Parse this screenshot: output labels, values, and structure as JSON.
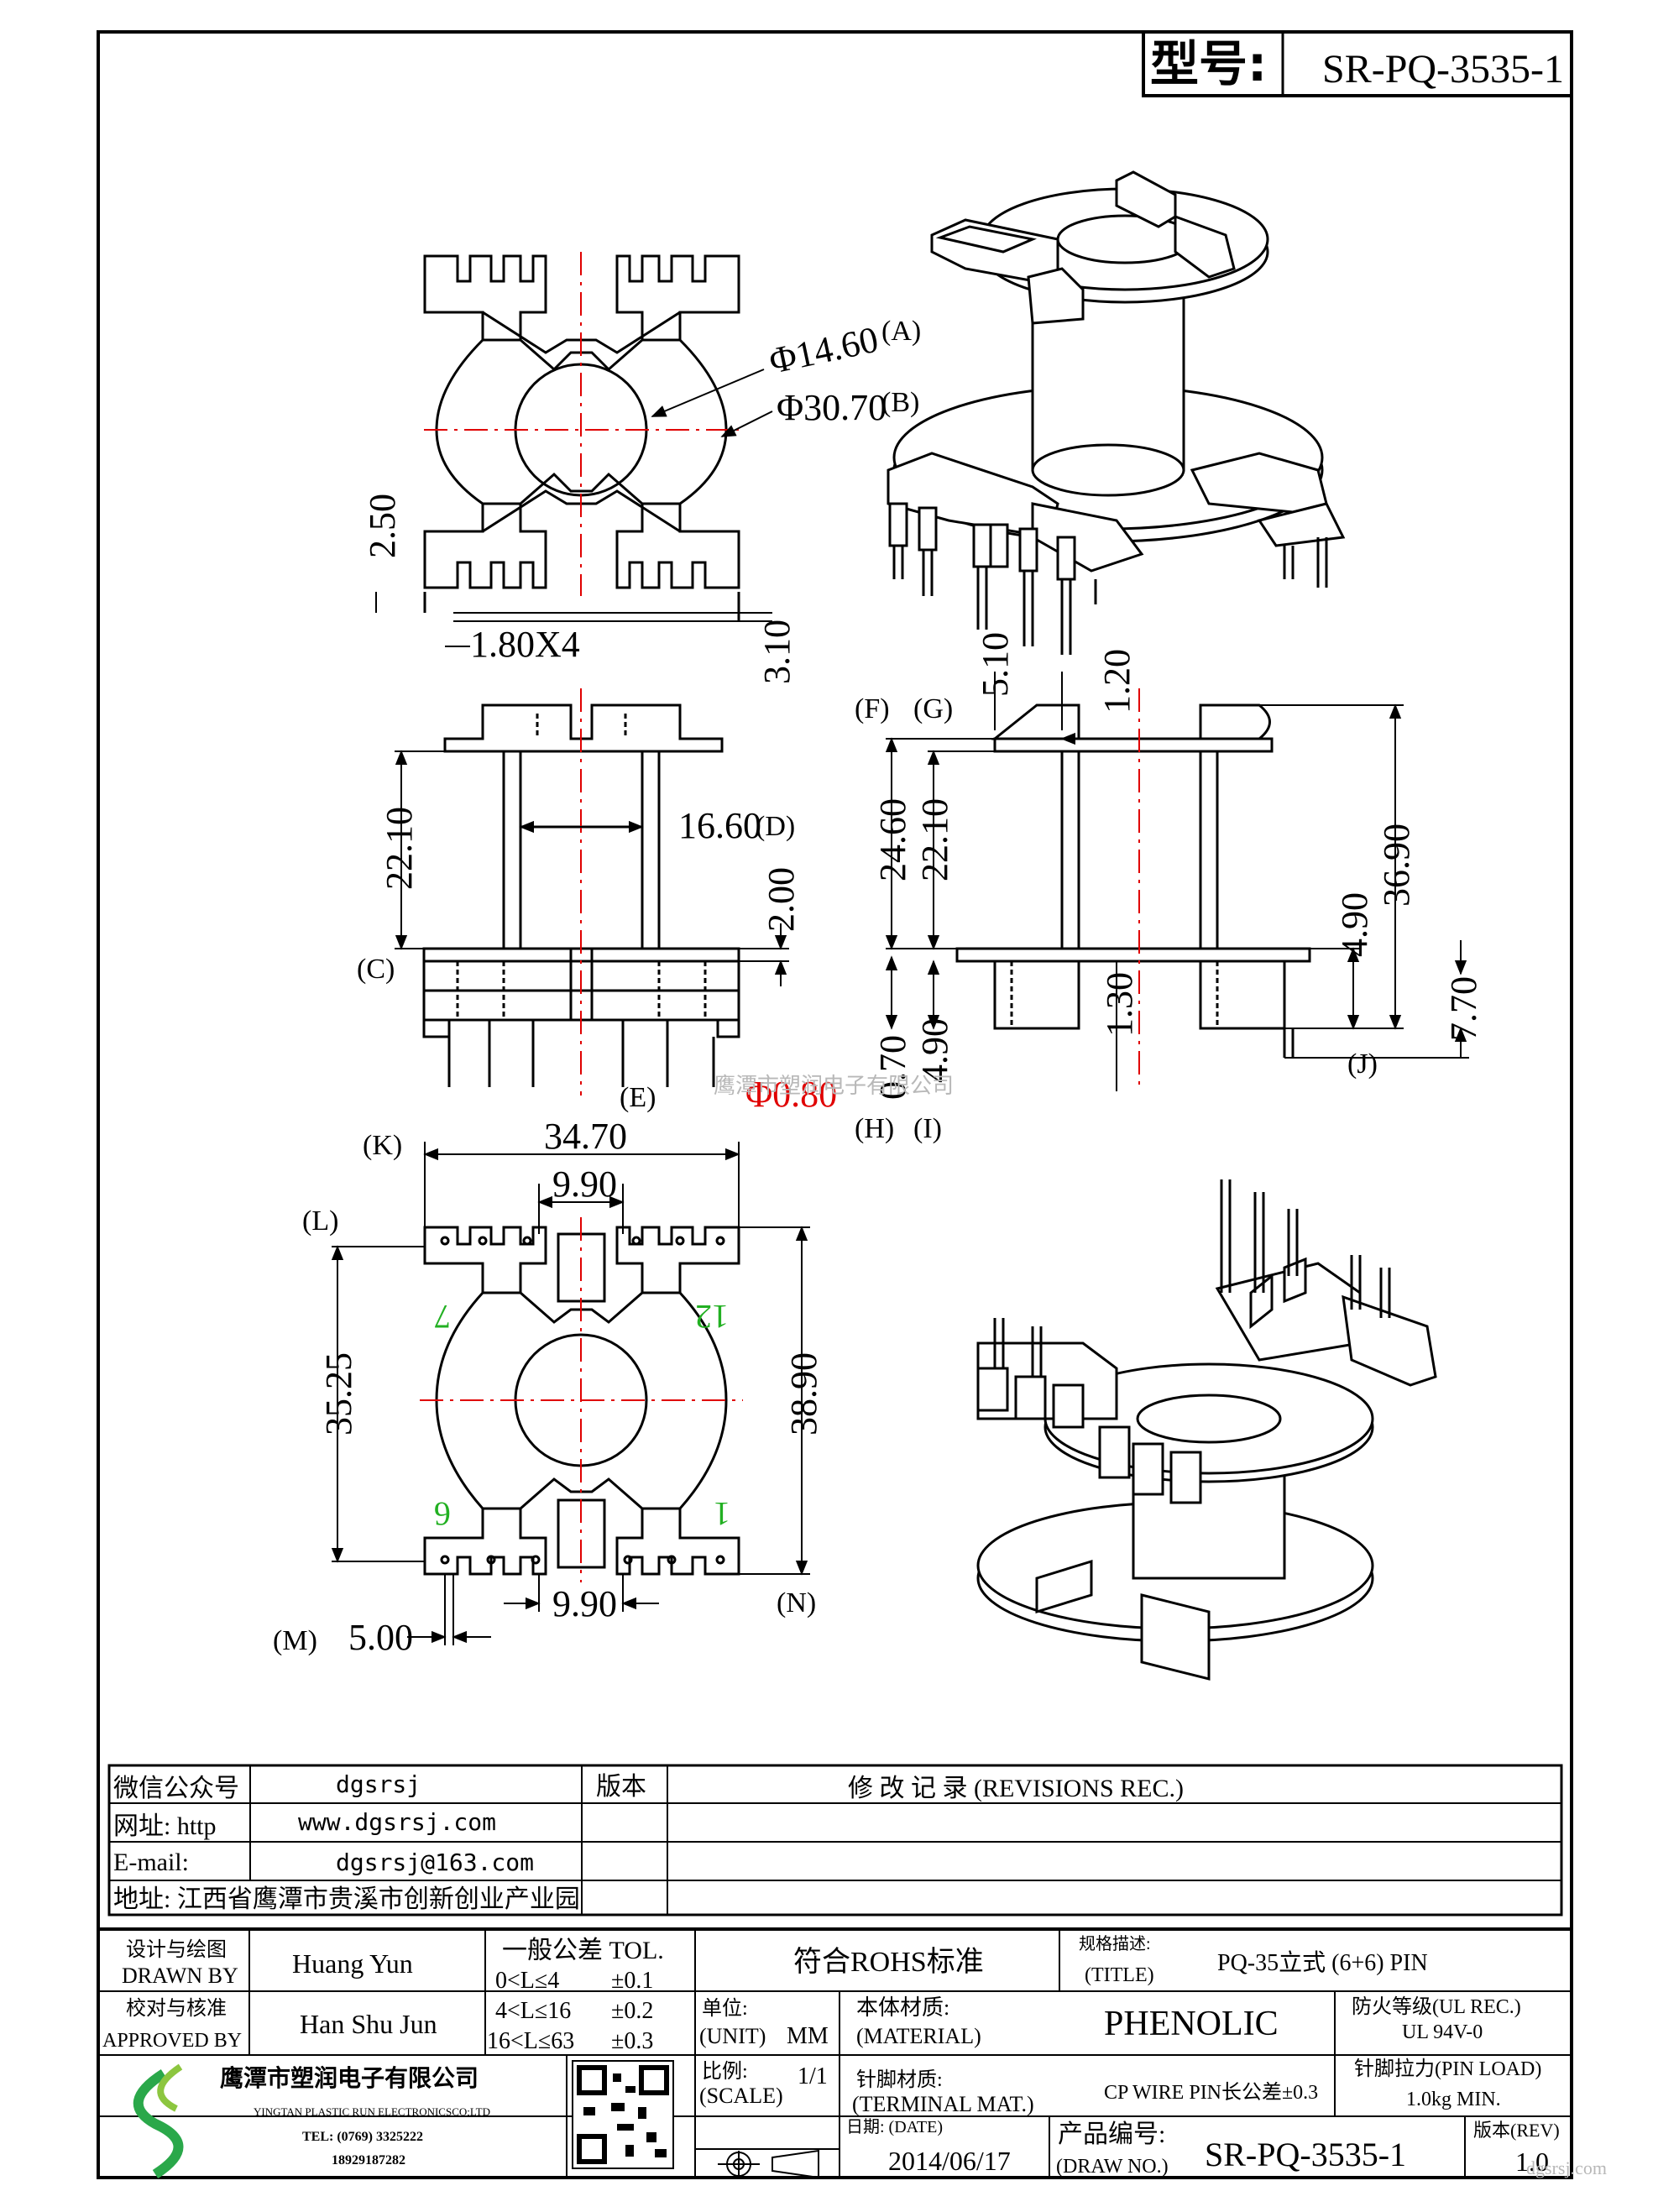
{
  "header": {
    "model_label": "型号:",
    "model_value": "SR-PQ-3535-1"
  },
  "dimensions": {
    "d_a": "Φ14.60",
    "d_b": "Φ30.70",
    "d_250": "2.50",
    "d_180x4": "1.80X4",
    "d_310": "3.10",
    "d_510": "5.10",
    "d_120": "1.20",
    "d_2210_left": "22.10",
    "d_1660": "16.60",
    "d_200": "2.00",
    "d_080": "Φ0.80",
    "d_2460": "24.60",
    "d_2210_right": "22.10",
    "d_3690": "36.90",
    "d_490_upper": "4.90",
    "d_130": "1.30",
    "d_770": "7.70",
    "d_070": "0.70",
    "d_490_lower": "4.90",
    "d_3470": "34.70",
    "d_990_top": "9.90",
    "d_3525": "35.25",
    "d_3890": "38.90",
    "d_990_bottom": "9.90",
    "d_500": "5.00"
  },
  "callouts": {
    "A": "A",
    "B": "B",
    "C": "C",
    "D": "D",
    "E": "E",
    "F": "F",
    "G": "G",
    "H": "H",
    "I": "I",
    "J": "J",
    "K": "K",
    "L": "L",
    "M": "M",
    "N": "N"
  },
  "pin_numbers": {
    "p7": "7",
    "p12": "12",
    "p6": "6",
    "p1": "1"
  },
  "watermark_center": "鹰潭市塑润电子有限公司",
  "info_block": {
    "wechat_label": "微信公众号",
    "wechat_value": "dgsrsj",
    "web_label": "网址: http",
    "web_value": "www.dgsrsj.com",
    "email_label": "E-mail:",
    "email_value": "dgsrsj@163.com",
    "address": "地址: 江西省鹰潭市贵溪市创新创业产业园",
    "version_label": "版本",
    "revisions_title": "修 改 记 录  (REVISIONS REC.)"
  },
  "title_block": {
    "drawn_cn": "设计与绘图",
    "drawn_en": "DRAWN BY",
    "drawn_name": "Huang Yun",
    "approved_cn": "校对与核准",
    "approved_en": "APPROVED BY",
    "approved_name": "Han Shu Jun",
    "tol_title": "一般公差 TOL.",
    "tol_row1_range": "0<L≤4",
    "tol_row1_val": "±0.1",
    "tol_row2_range": "4<L≤16",
    "tol_row2_val": "±0.2",
    "tol_row3_range": "16<L≤63",
    "tol_row3_val": "±0.3",
    "rohs": "符合ROHS标准",
    "title_cn": "规格描述:",
    "title_en": "(TITLE)",
    "title_value": "PQ-35立式 (6+6) PIN",
    "unit_cn": "单位:",
    "unit_en": "(UNIT)",
    "unit_value": "MM",
    "material_cn": "本体材质:",
    "material_en": "(MATERIAL)",
    "material_value": "PHENOLIC",
    "fire_cn": "防火等级(UL REC.)",
    "fire_value": "UL 94V-0",
    "scale_cn": "比例:",
    "scale_en": "(SCALE)",
    "scale_value": "1/1",
    "terminal_cn": "针脚材质:",
    "terminal_en": "(TERMINAL MAT.)",
    "terminal_value": "CP WIRE  PIN长公差±0.3",
    "pin_load_label": "针脚拉力(PIN LOAD)",
    "pin_load_value": "1.0kg MIN.",
    "date_label": "日期: (DATE)",
    "date_value": "2014/06/17",
    "drawno_cn": "产品编号:",
    "drawno_en": "(DRAW NO.)",
    "drawno_value": "SR-PQ-3535-1",
    "rev_label": "版本(REV)",
    "rev_value": "1.0",
    "company_cn": "鹰潭市塑润电子有限公司",
    "company_en": "YINGTAN PLASTIC RUN ELECTRONICSCO;LTD",
    "company_tel": "TEL: (0769) 3325222",
    "company_mobile": "18929187282",
    "footer_watermark": "dgsrsj.com"
  }
}
